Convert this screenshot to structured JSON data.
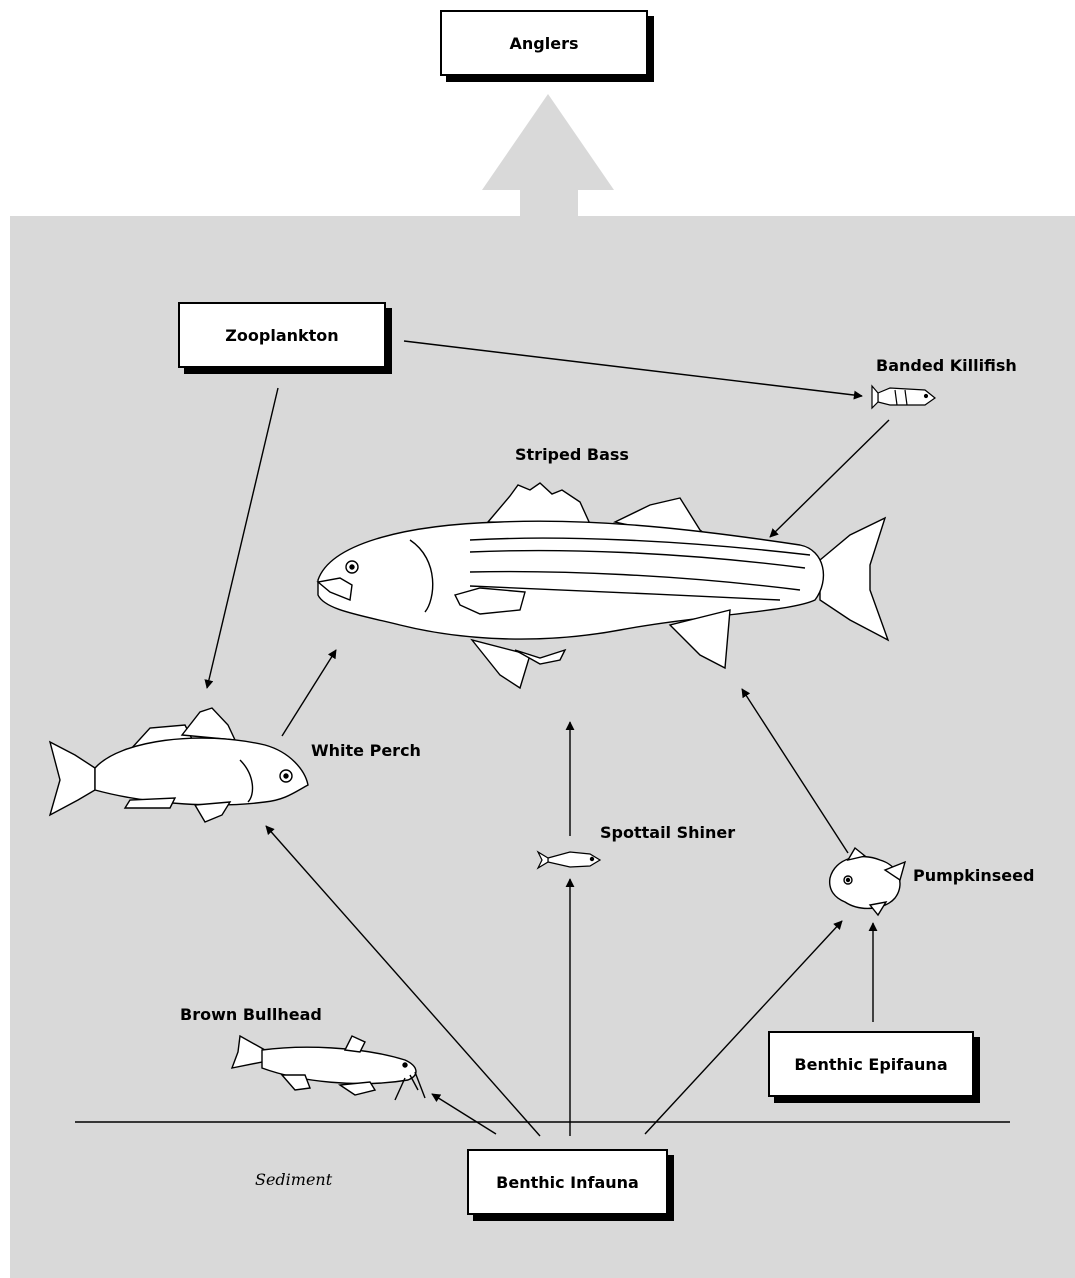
{
  "diagram": {
    "top_box": "Anglers",
    "boxes": {
      "zooplankton": "Zooplankton",
      "benthic_infauna": "Benthic Infauna",
      "benthic_epifauna": "Benthic Epifauna"
    },
    "labels": {
      "banded_killifish": "Banded Killifish",
      "striped_bass": "Striped Bass",
      "white_perch": "White Perch",
      "spottail_shiner": "Spottail Shiner",
      "pumpkinseed": "Pumpkinseed",
      "brown_bullhead": "Brown Bullhead",
      "sediment": "Sediment"
    },
    "colors": {
      "background_panel": "#d9d9d9",
      "arrow": "#000000",
      "fish_fill": "#ffffff"
    },
    "edges": [
      {
        "from": "Zooplankton",
        "to": "Banded Killifish"
      },
      {
        "from": "Zooplankton",
        "to": "White Perch"
      },
      {
        "from": "Banded Killifish",
        "to": "Striped Bass"
      },
      {
        "from": "White Perch",
        "to": "Striped Bass"
      },
      {
        "from": "Spottail Shiner",
        "to": "Striped Bass"
      },
      {
        "from": "Pumpkinseed",
        "to": "Striped Bass"
      },
      {
        "from": "Benthic Infauna",
        "to": "White Perch"
      },
      {
        "from": "Benthic Infauna",
        "to": "Spottail Shiner"
      },
      {
        "from": "Benthic Infauna",
        "to": "Pumpkinseed"
      },
      {
        "from": "Benthic Infauna",
        "to": "Brown Bullhead"
      },
      {
        "from": "Benthic Epifauna",
        "to": "Pumpkinseed"
      },
      {
        "from": "Striped Bass",
        "to": "Anglers"
      }
    ]
  }
}
